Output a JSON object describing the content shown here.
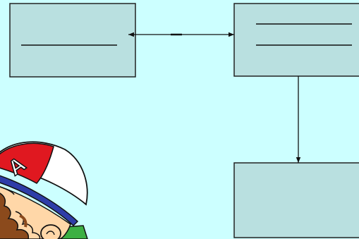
{
  "diagram": {
    "background_color": "#ccffff",
    "box_fill": "#b9e0e0",
    "box_stroke": "#222222",
    "line_color": "#111111",
    "boxes": [
      {
        "id": "box-a",
        "text_lines": 1
      },
      {
        "id": "box-b",
        "text_lines": 2
      },
      {
        "id": "box-c",
        "text_lines": 0
      }
    ],
    "connectors": [
      {
        "from": "box-a",
        "to": "box-b",
        "direction": "bidirectional"
      },
      {
        "from": "box-b",
        "to": "box-c",
        "direction": "one-way"
      }
    ]
  },
  "mascot": {
    "description": "cartoon-child-with-cap-icon",
    "cap_letter": "A",
    "cap_color": "#e01820",
    "brim_color": "#2e3da8",
    "hair_color": "#8b4a1c",
    "skin_color": "#ffd7a8",
    "shirt_color": "#3cb043"
  }
}
